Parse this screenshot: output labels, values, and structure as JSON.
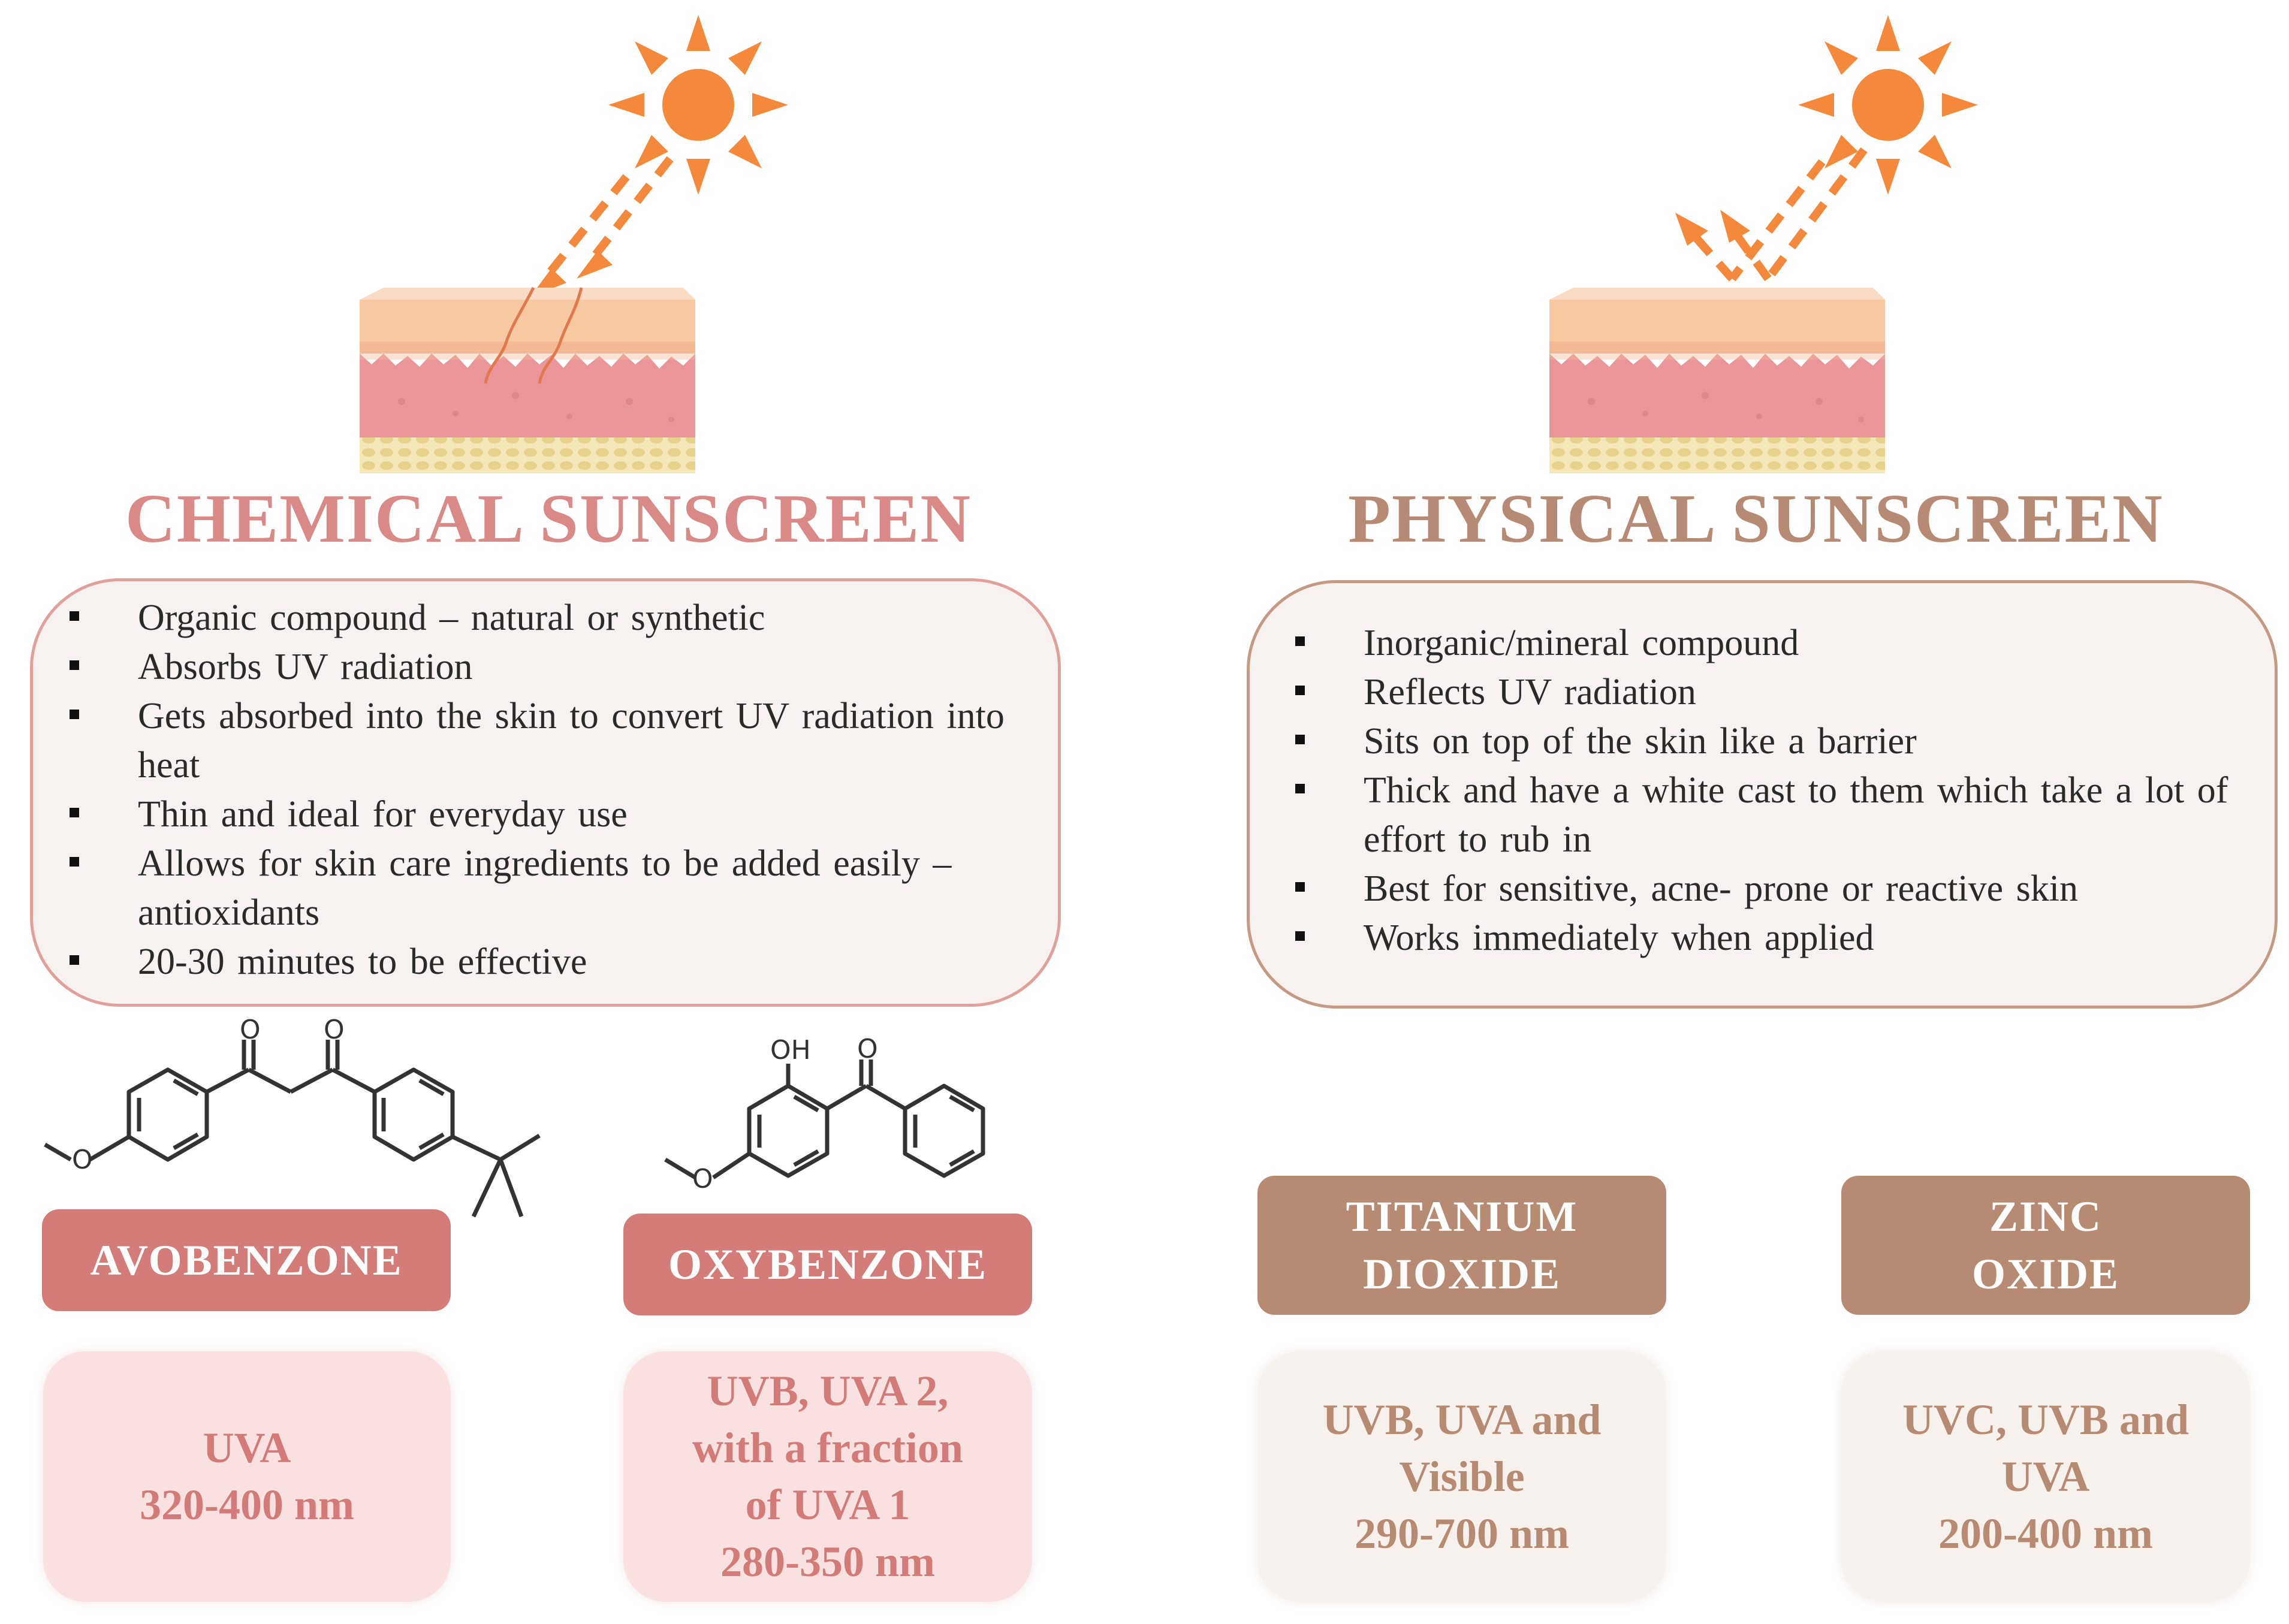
{
  "colors": {
    "chemical_accent": "#d47c79",
    "physical_accent": "#b78a74",
    "sun": "#f4883b"
  },
  "icons": [
    "sun-icon",
    "skin-layer-icon",
    "dashed-arrow-icon"
  ],
  "chemical": {
    "title": "CHEMICAL SUNSCREEN",
    "points": [
      "Organic  compound  – natural  or  synthetic",
      "Absorbs  UV radiation",
      "Gets absorbed  into the skin to convert  UV radiation into heat",
      "Thin and ideal for everyday  use",
      "Allows  for  skin care  ingredients  to be added easily  – antioxidants",
      "20-30 minutes to be effective"
    ],
    "compounds": [
      {
        "name": "AVOBENZONE",
        "range_lines": [
          "UVA",
          "320-400 nm"
        ]
      },
      {
        "name": "OXYBENZONE",
        "range_lines": [
          "UVB, UVA 2,",
          "with a fraction",
          "of UVA 1",
          "280-350 nm"
        ]
      }
    ],
    "oxybenzone_labels": {
      "oh": "OH",
      "o": "O"
    }
  },
  "physical": {
    "title": "PHYSICAL SUNSCREEN",
    "points": [
      "Inorganic/mineral  compound",
      "Reflects UV radiation",
      "Sits on top of the skin like a barrier",
      "Thick and have a white cast to them which take a lot of effort to rub in",
      "Best for sensitive, acne- prone or reactive skin",
      "Works immediately  when applied"
    ],
    "compounds": [
      {
        "name_lines": [
          "TITANIUM",
          "DIOXIDE"
        ],
        "range_lines": [
          "UVB, UVA and",
          "Visible",
          "290-700 nm"
        ]
      },
      {
        "name_lines": [
          "ZINC",
          "OXIDE"
        ],
        "range_lines": [
          "UVC, UVB and",
          "UVA",
          "200-400 nm"
        ]
      }
    ]
  }
}
